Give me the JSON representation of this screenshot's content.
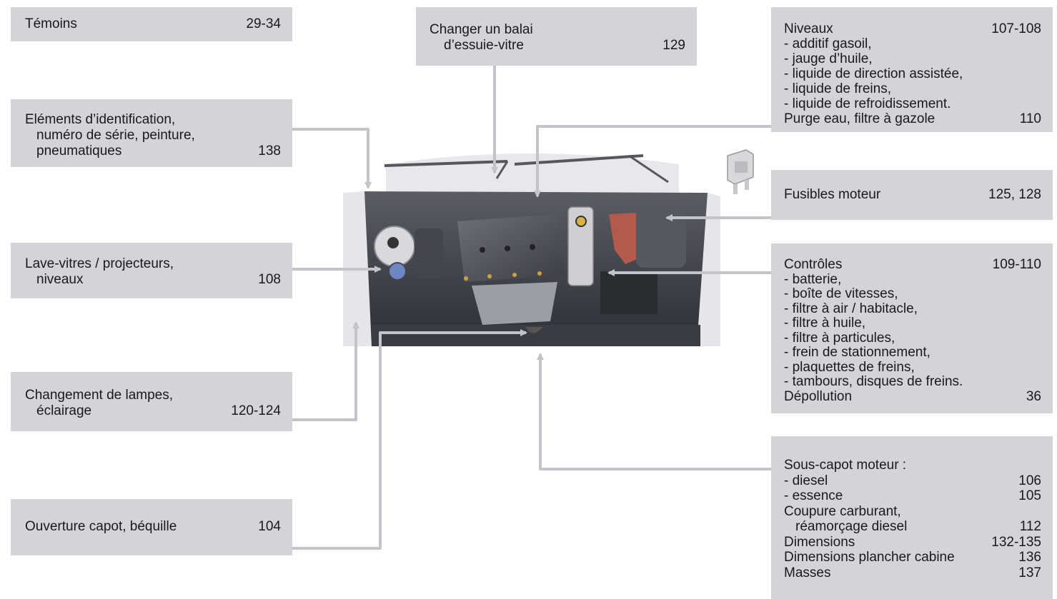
{
  "boxes": {
    "temoins": {
      "label": "Témoins",
      "pages": "29-34"
    },
    "balai": {
      "line1": "Changer un balai",
      "line2": "d’essuie-vitre",
      "pages": "129"
    },
    "identification": {
      "line1": "Eléments d’identification,",
      "line2": "numéro de série, peinture,",
      "line3": "pneumatiques",
      "pages": "138"
    },
    "lave_vitres": {
      "line1": "Lave-vitres / projecteurs,",
      "line2": "niveaux",
      "pages": "108"
    },
    "lampes": {
      "line1": "Changement de lampes,",
      "line2": "éclairage",
      "pages": "120-124"
    },
    "capot": {
      "label": "Ouverture capot, béquille",
      "pages": "104"
    },
    "niveaux": {
      "title": "Niveaux",
      "pages": "107-108",
      "items": [
        "-  additif gasoil,",
        "-  jauge d’huile,",
        "-  liquide de direction assistée,",
        "-  liquide de freins,",
        "-  liquide de refroidissement."
      ],
      "extra_label": "Purge eau, filtre à gazole",
      "extra_pages": "110"
    },
    "fusibles": {
      "label": "Fusibles moteur",
      "pages": "125, 128"
    },
    "controles": {
      "title": "Contrôles",
      "pages": "109-110",
      "items": [
        "-  batterie,",
        "-  boîte de vitesses,",
        "-  filtre à air / habitacle,",
        "-  filtre à huile,",
        "-  filtre à particules,",
        "-  frein de stationnement,",
        "-  plaquettes de freins,",
        "-  tambours, disques de freins."
      ],
      "extra_label": "Dépollution",
      "extra_pages": "36"
    },
    "sous_capot": {
      "title": "Sous-capot moteur :",
      "diesel_label": "-  diesel",
      "diesel_pages": "106",
      "essence_label": "-  essence",
      "essence_pages": "105",
      "coupure_line1": "Coupure carburant,",
      "coupure_line2": "réamorçage diesel",
      "coupure_pages": "112",
      "dimensions_label": "Dimensions",
      "dimensions_pages": "132-135",
      "plancher_label": "Dimensions plancher cabine",
      "plancher_pages": "136",
      "masses_label": "Masses",
      "masses_pages": "137"
    }
  },
  "colors": {
    "box_bg": "#d3d3d8",
    "leader": "#c3c3ca",
    "text": "#1a1a1a"
  }
}
